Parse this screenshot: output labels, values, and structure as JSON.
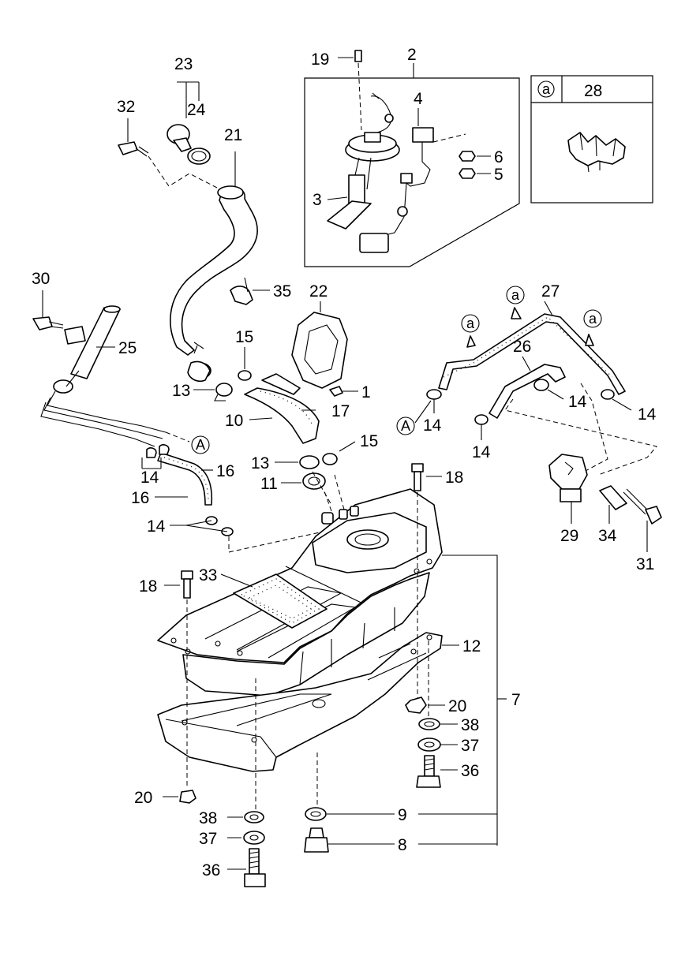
{
  "labels": [
    {
      "id": "19",
      "text": "19"
    },
    {
      "id": "2",
      "text": "2"
    },
    {
      "id": "4",
      "text": "4"
    },
    {
      "id": "6",
      "text": "6"
    },
    {
      "id": "5",
      "text": "5"
    },
    {
      "id": "3",
      "text": "3"
    },
    {
      "id": "23",
      "text": "23"
    },
    {
      "id": "24",
      "text": "24"
    },
    {
      "id": "32",
      "text": "32"
    },
    {
      "id": "21",
      "text": "21"
    },
    {
      "id": "30",
      "text": "30"
    },
    {
      "id": "25",
      "text": "25"
    },
    {
      "id": "35",
      "text": "35"
    },
    {
      "id": "22",
      "text": "22"
    },
    {
      "id": "15a",
      "text": "15"
    },
    {
      "id": "13a",
      "text": "13"
    },
    {
      "id": "1",
      "text": "1"
    },
    {
      "id": "10",
      "text": "10"
    },
    {
      "id": "17",
      "text": "17"
    },
    {
      "id": "13b",
      "text": "13"
    },
    {
      "id": "15b",
      "text": "15"
    },
    {
      "id": "11",
      "text": "11"
    },
    {
      "id": "14a",
      "text": "14"
    },
    {
      "id": "16a",
      "text": "16"
    },
    {
      "id": "16b",
      "text": "16"
    },
    {
      "id": "14b",
      "text": "14"
    },
    {
      "id": "18a",
      "text": "18"
    },
    {
      "id": "18b",
      "text": "18"
    },
    {
      "id": "33",
      "text": "33"
    },
    {
      "id": "27",
      "text": "27"
    },
    {
      "id": "26",
      "text": "26"
    },
    {
      "id": "14c",
      "text": "14"
    },
    {
      "id": "14d",
      "text": "14"
    },
    {
      "id": "14e",
      "text": "14"
    },
    {
      "id": "14f",
      "text": "14"
    },
    {
      "id": "29",
      "text": "29"
    },
    {
      "id": "34",
      "text": "34"
    },
    {
      "id": "31",
      "text": "31"
    },
    {
      "id": "12",
      "text": "12"
    },
    {
      "id": "7",
      "text": "7"
    },
    {
      "id": "20a",
      "text": "20"
    },
    {
      "id": "38a",
      "text": "38"
    },
    {
      "id": "37a",
      "text": "37"
    },
    {
      "id": "36a",
      "text": "36"
    },
    {
      "id": "20b",
      "text": "20"
    },
    {
      "id": "38b",
      "text": "38"
    },
    {
      "id": "37b",
      "text": "37"
    },
    {
      "id": "36b",
      "text": "36"
    },
    {
      "id": "9",
      "text": "9"
    },
    {
      "id": "8",
      "text": "8"
    },
    {
      "id": "28",
      "text": "28"
    }
  ],
  "callouts": {
    "a": "a",
    "A": "A"
  }
}
